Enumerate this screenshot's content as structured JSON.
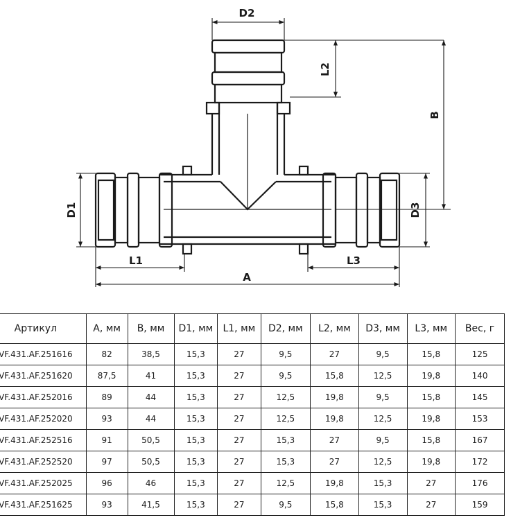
{
  "drawing": {
    "dimensions": {
      "D2": "D2",
      "L2": "L2",
      "B": "B",
      "D1": "D1",
      "D3": "D3",
      "L1": "L1",
      "L3": "L3",
      "A": "A"
    }
  },
  "table": {
    "headers": [
      "Артикул",
      "A, мм",
      "B, мм",
      "D1, мм",
      "L1, мм",
      "D2, мм",
      "L2, мм",
      "D3, мм",
      "L3, мм",
      "Вес, г"
    ],
    "rows": [
      [
        "VF.431.AF.251616",
        "82",
        "38,5",
        "15,3",
        "27",
        "9,5",
        "27",
        "9,5",
        "15,8",
        "125"
      ],
      [
        "VF.431.AF.251620",
        "87,5",
        "41",
        "15,3",
        "27",
        "9,5",
        "15,8",
        "12,5",
        "19,8",
        "140"
      ],
      [
        "VF.431.AF.252016",
        "89",
        "44",
        "15,3",
        "27",
        "12,5",
        "19,8",
        "9,5",
        "15,8",
        "145"
      ],
      [
        "VF.431.AF.252020",
        "93",
        "44",
        "15,3",
        "27",
        "12,5",
        "19,8",
        "12,5",
        "19,8",
        "153"
      ],
      [
        "VF.431.AF.252516",
        "91",
        "50,5",
        "15,3",
        "27",
        "15,3",
        "27",
        "9,5",
        "15,8",
        "167"
      ],
      [
        "VF.431.AF.252520",
        "97",
        "50,5",
        "15,3",
        "27",
        "15,3",
        "27",
        "12,5",
        "19,8",
        "172"
      ],
      [
        "VF.431.AF.252025",
        "96",
        "46",
        "15,3",
        "27",
        "12,5",
        "19,8",
        "15,3",
        "27",
        "176"
      ],
      [
        "VF.431.AF.251625",
        "93",
        "41,5",
        "15,3",
        "27",
        "9,5",
        "15,8",
        "15,3",
        "27",
        "159"
      ]
    ]
  }
}
